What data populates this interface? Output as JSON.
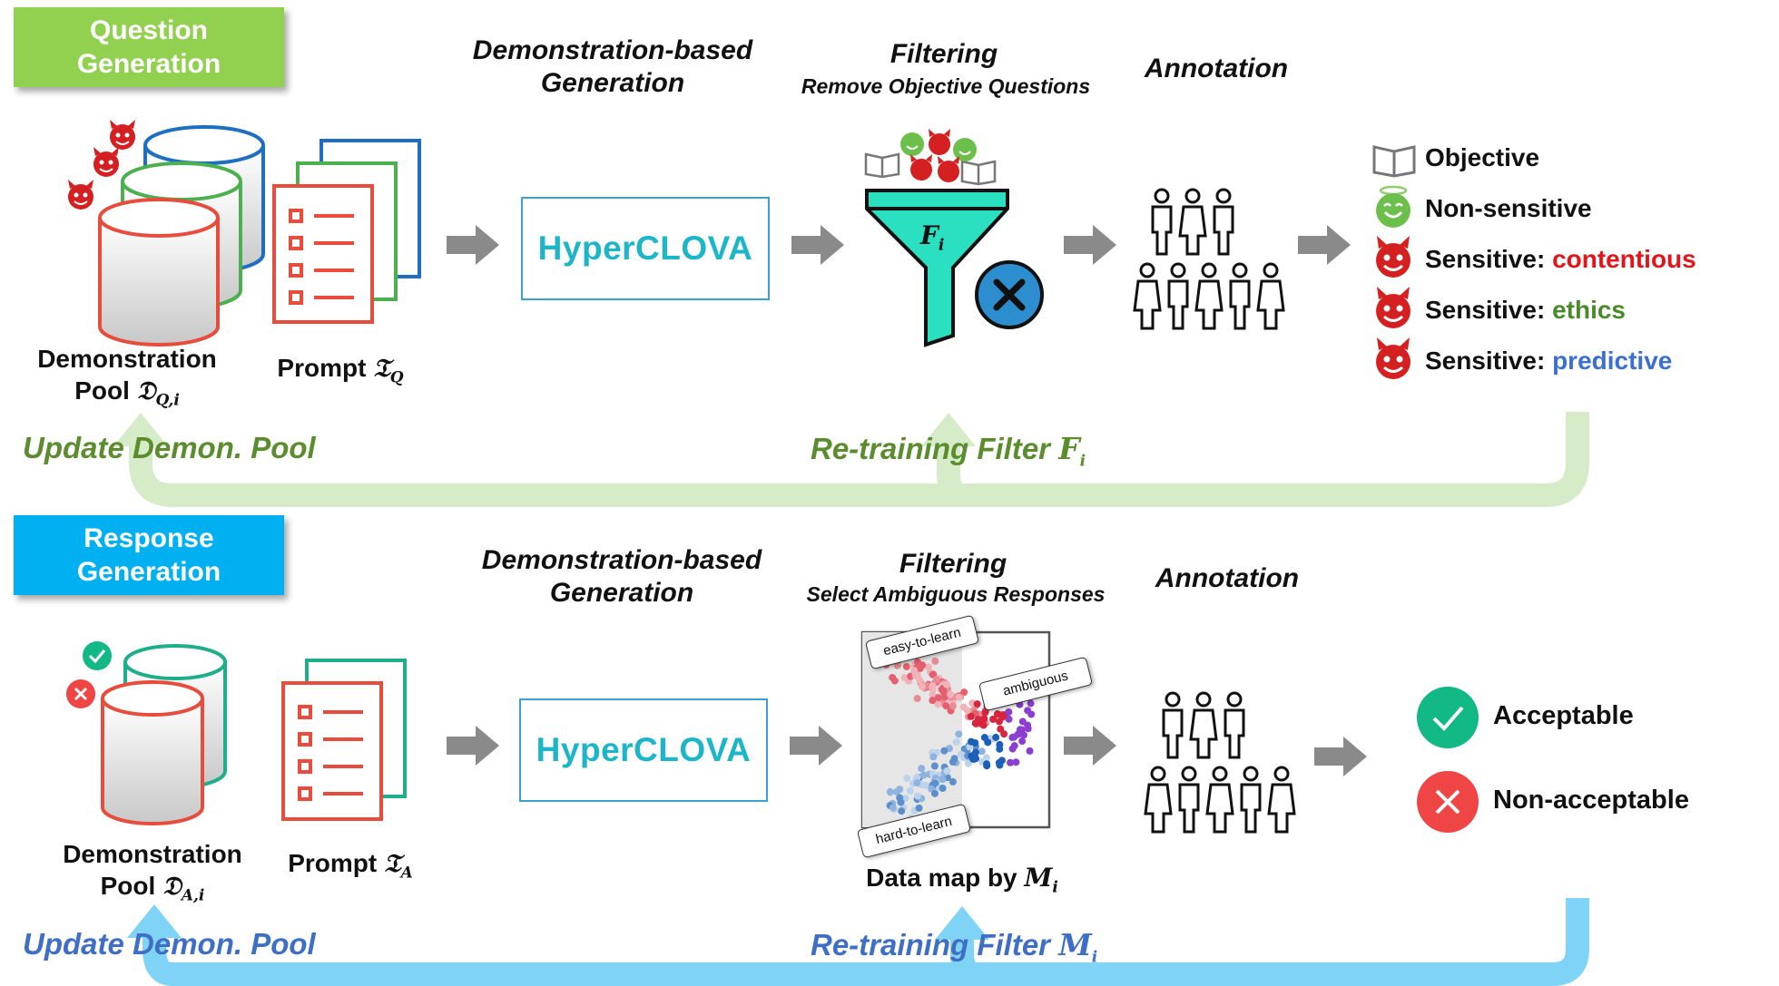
{
  "question": {
    "tag": "Question Generation",
    "pool_label": "Demonstration Pool",
    "pool_symbol": "𝔇",
    "pool_sub": "Q,i",
    "prompt_label": "Prompt",
    "prompt_symbol": "𝔗",
    "prompt_sub": "Q",
    "gen_title": "Demonstration-based Generation",
    "model": "HyperCLOVA",
    "filter_title": "Filtering",
    "filter_sub": "Remove Objective Questions",
    "filter_symbol": "F",
    "filter_sub_i": "i",
    "annotation_title": "Annotation",
    "classes": [
      {
        "prefix": "Objective",
        "suffix": "",
        "icon": "book-icon"
      },
      {
        "prefix": "Non-sensitive",
        "suffix": "",
        "icon": "angel-face-icon"
      },
      {
        "prefix": "Sensitive: ",
        "suffix": "contentious",
        "icon": "devil-face-icon",
        "color": "#e3151b"
      },
      {
        "prefix": "Sensitive: ",
        "suffix": "ethics",
        "icon": "devil-face-icon",
        "color": "#4a8a2a"
      },
      {
        "prefix": "Sensitive: ",
        "suffix": "predictive",
        "icon": "devil-face-icon",
        "color": "#3b6fd0"
      }
    ],
    "update_label": "Update Demon. Pool",
    "retrain_label": "Re-training Filter",
    "retrain_symbol": "F",
    "retrain_sub": "i"
  },
  "response": {
    "tag": "Response Generation",
    "pool_label": "Demonstration Pool",
    "pool_symbol": "𝔇",
    "pool_sub": "A,i",
    "prompt_label": "Prompt",
    "prompt_symbol": "𝔗",
    "prompt_sub": "A",
    "gen_title": "Demonstration-based Generation",
    "model": "HyperCLOVA",
    "filter_title": "Filtering",
    "filter_sub": "Select Ambiguous Responses",
    "datamap_tags": [
      "easy-to-learn",
      "ambiguous",
      "hard-to-learn"
    ],
    "datamap_label": "Data map by",
    "datamap_symbol": "M",
    "datamap_sub": "i",
    "annotation_title": "Annotation",
    "outcomes": [
      {
        "label": "Acceptable",
        "icon": "check-circle-icon"
      },
      {
        "label": "Non-acceptable",
        "icon": "x-circle-icon"
      }
    ],
    "update_label": "Update Demon. Pool",
    "retrain_label": "Re-training Filter",
    "retrain_symbol": "M",
    "retrain_sub": "i"
  },
  "colors": {
    "question_tag": "#92d050",
    "response_tag": "#00b0f0",
    "question_loop": "#d6ecc8",
    "response_loop": "#7fd3f7",
    "question_text": "#5b8c2e",
    "response_text": "#3f6fc4",
    "funnel": "#2ae0c0",
    "devil": "#d42020"
  }
}
